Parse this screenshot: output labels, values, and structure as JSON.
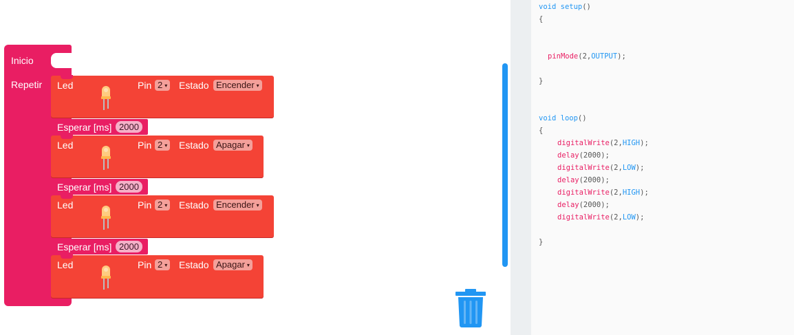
{
  "workspace": {
    "start_block": {
      "inicio": "Inicio",
      "repetir": "Repetir"
    },
    "led_blocks": [
      {
        "label": "Led",
        "pin_label": "Pin",
        "pin": "2",
        "estado_label": "Estado",
        "estado": "Encender"
      },
      {
        "label": "Led",
        "pin_label": "Pin",
        "pin": "2",
        "estado_label": "Estado",
        "estado": "Apagar"
      },
      {
        "label": "Led",
        "pin_label": "Pin",
        "pin": "2",
        "estado_label": "Estado",
        "estado": "Encender"
      },
      {
        "label": "Led",
        "pin_label": "Pin",
        "pin": "2",
        "estado_label": "Estado",
        "estado": "Apagar"
      }
    ],
    "wait_blocks": [
      {
        "label": "Esperar [ms]",
        "value": "2000"
      },
      {
        "label": "Esperar [ms]",
        "value": "2000"
      },
      {
        "label": "Esperar [ms]",
        "value": "2000"
      }
    ],
    "dropdown_arrow": "▾"
  },
  "colors": {
    "start_block": "#e91e63",
    "led_block": "#f44336",
    "scrollbar": "#2196f3",
    "trash": "#2196f3",
    "code_keyword": "#2196f3",
    "code_function": "#e91e63"
  },
  "icons": {
    "led": "led-bulb-icon",
    "trash": "trash-icon"
  },
  "code": {
    "setup_kw": "void",
    "setup_fn": "setup",
    "setup_paren": "()",
    "open1": "{",
    "pinmode_fn": "pinMode",
    "pinmode_args_a": "(2,",
    "pinmode_args_kw": "OUTPUT",
    "pinmode_args_b": ");",
    "close1": "}",
    "loop_kw": "void",
    "loop_fn": "loop",
    "loop_paren": "()",
    "open2": "{",
    "lines": [
      {
        "fn": "digitalWrite",
        "a": "(2,",
        "kw": "HIGH",
        "b": ");"
      },
      {
        "fn": "delay",
        "a": "(2000);",
        "kw": "",
        "b": ""
      },
      {
        "fn": "digitalWrite",
        "a": "(2,",
        "kw": "LOW",
        "b": ");"
      },
      {
        "fn": "delay",
        "a": "(2000);",
        "kw": "",
        "b": ""
      },
      {
        "fn": "digitalWrite",
        "a": "(2,",
        "kw": "HIGH",
        "b": ");"
      },
      {
        "fn": "delay",
        "a": "(2000);",
        "kw": "",
        "b": ""
      },
      {
        "fn": "digitalWrite",
        "a": "(2,",
        "kw": "LOW",
        "b": ");"
      }
    ],
    "close2": "}"
  }
}
